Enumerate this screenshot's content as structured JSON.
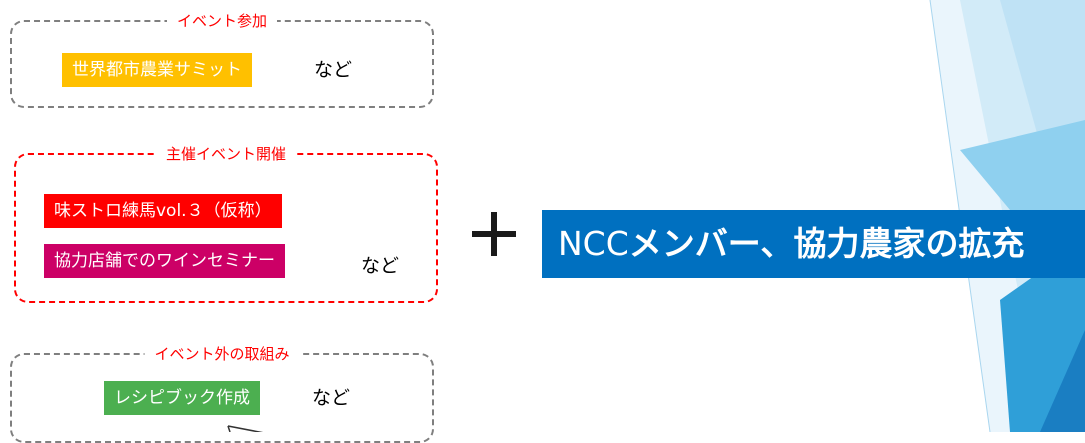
{
  "colors": {
    "red_title": "#ff0000",
    "yellow_tag": "#ffc000",
    "red_tag": "#ff0000",
    "magenta_tag": "#cc0066",
    "green_tag": "#4caf50",
    "banner_blue": "#0070c0"
  },
  "groups": {
    "event_participation": {
      "title": "イベント参加",
      "tag": "世界都市農業サミット",
      "suffix": "など"
    },
    "hosted_events": {
      "title": "主催イベント開催",
      "tag1": "味ストロ練馬vol.３（仮称）",
      "tag2": "協力店舗でのワインセミナー",
      "suffix": "など"
    },
    "other_initiatives": {
      "title": "イベント外の取組み",
      "tag": "レシピブック作成",
      "suffix": "など"
    }
  },
  "banner": {
    "prefix": "NCC",
    "text": "メンバー、協力農家の拡充"
  },
  "icons": [
    "plus-icon"
  ]
}
